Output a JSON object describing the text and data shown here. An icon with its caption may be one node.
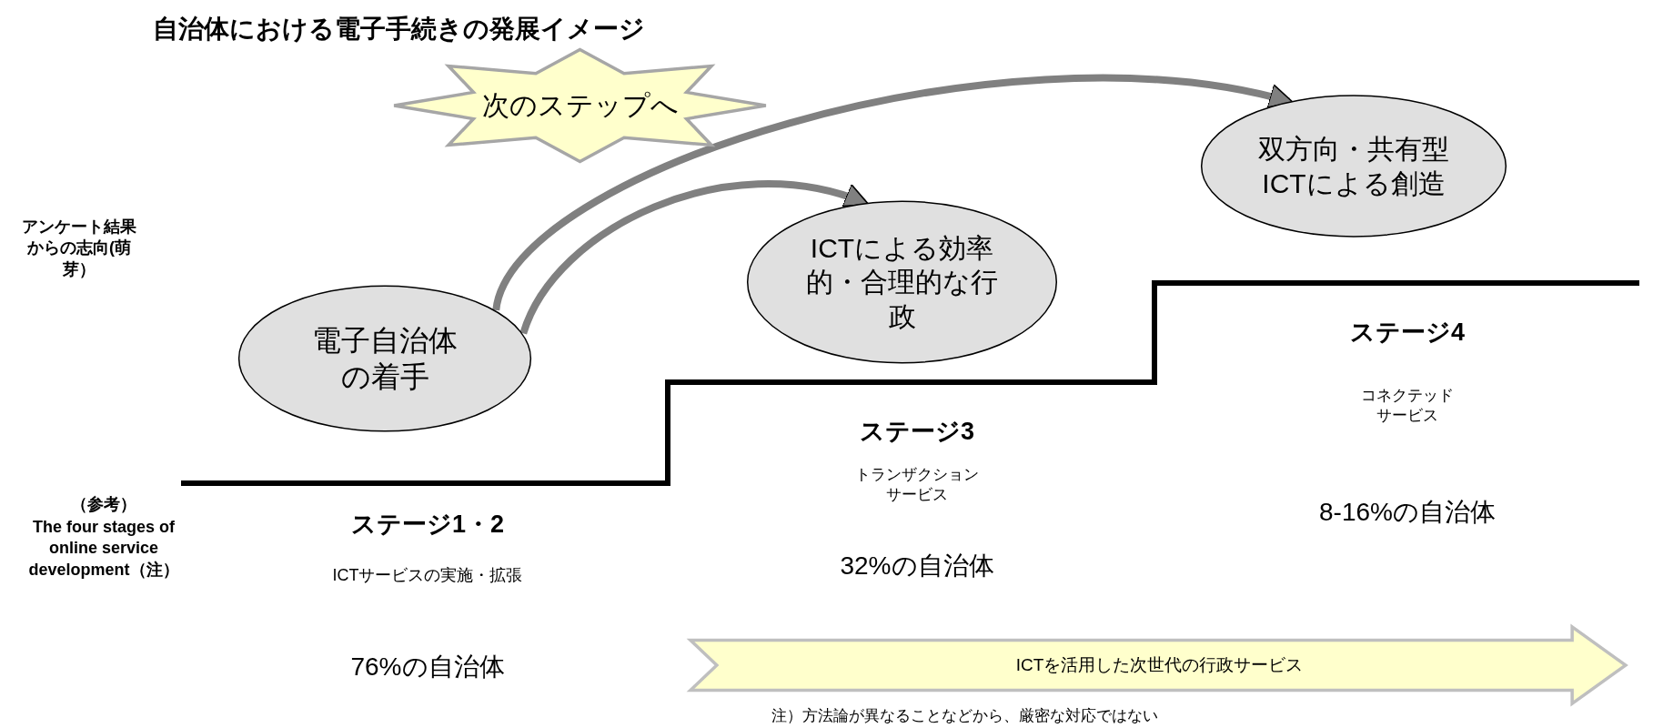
{
  "diagram": {
    "title": "自治体における電子手続きの発展イメージ",
    "nodes": [
      {
        "text": [
          "次のステップへ"
        ]
      },
      {
        "text": [
          "双方向・共有型ICTによる創造"
        ]
      },
      {
        "text": [
          "ICTによる効率的・合理的な行政"
        ]
      },
      {
        "text": [
          "電子自治体の着手"
        ]
      },
      {
        "text": [
          "ICTを活用した次世代の行政サービス"
        ]
      }
    ],
    "edges": [
      {
        "from": 3,
        "to": 2,
        "arrow": "to"
      },
      {
        "from": 3,
        "to": 1,
        "arrow": "to"
      }
    ],
    "labels": [
      "アンケート結果からの志向(萌芽）",
      "ステージ4",
      "コネクテッドサービス",
      "ステージ3",
      "トランザクションサービス",
      "（参考）",
      "The four stages of online service development（注）",
      "8-16%の自治体",
      "ステージ1・2",
      "32%の自治体",
      "ICTサービスの実施・拡張",
      "76%の自治体",
      "注）方法論が異なることなどから、厳密な対応ではない"
    ]
  }
}
